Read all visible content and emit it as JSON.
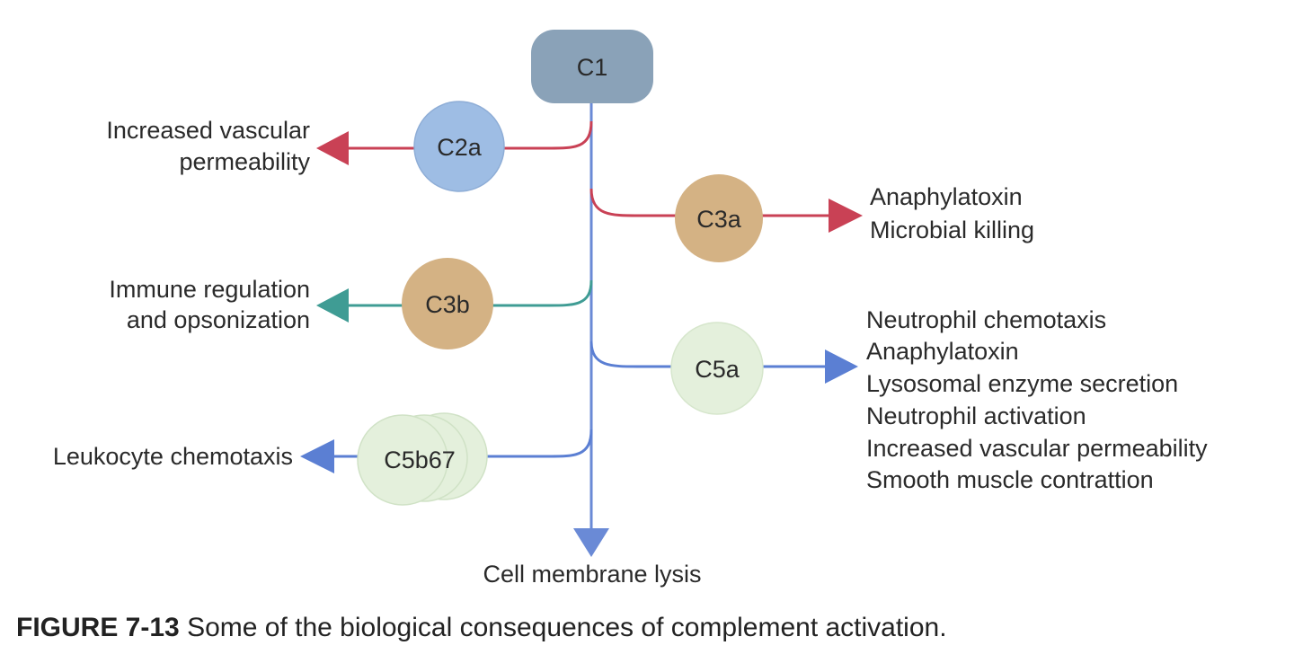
{
  "diagram": {
    "colors": {
      "trunk": "#6a8ad6",
      "red": "#c94155",
      "teal": "#3f9c94",
      "blue": "#5b7fd3",
      "c1_fill": "#8aa2b8",
      "c2a_fill": "#9ebde4",
      "c3_fill": "#d4b284",
      "c5_fill": "#e4f0dc"
    },
    "nodes": {
      "c1": "C1",
      "c2a": "C2a",
      "c3a": "C3a",
      "c3b": "C3b",
      "c5a": "C5a",
      "c5b67": "C5b67"
    },
    "effects": {
      "c2a": [
        "Increased vascular",
        "permeability"
      ],
      "c3a": [
        "Anaphylatoxin",
        "Microbial killing"
      ],
      "c3b": [
        "Immune regulation",
        "and opsonization"
      ],
      "c5a": [
        "Neutrophil chemotaxis",
        "Anaphylatoxin",
        "Lysosomal enzyme secretion",
        "Neutrophil activation",
        "Increased vascular permeability",
        "Smooth muscle contrattion"
      ],
      "c5b67": [
        "Leukocyte chemotaxis"
      ],
      "trunk_end": [
        "Cell membrane lysis"
      ]
    }
  },
  "caption": {
    "figure_number": "FIGURE 7-13",
    "text": "Some of the biological consequences of complement activation."
  }
}
